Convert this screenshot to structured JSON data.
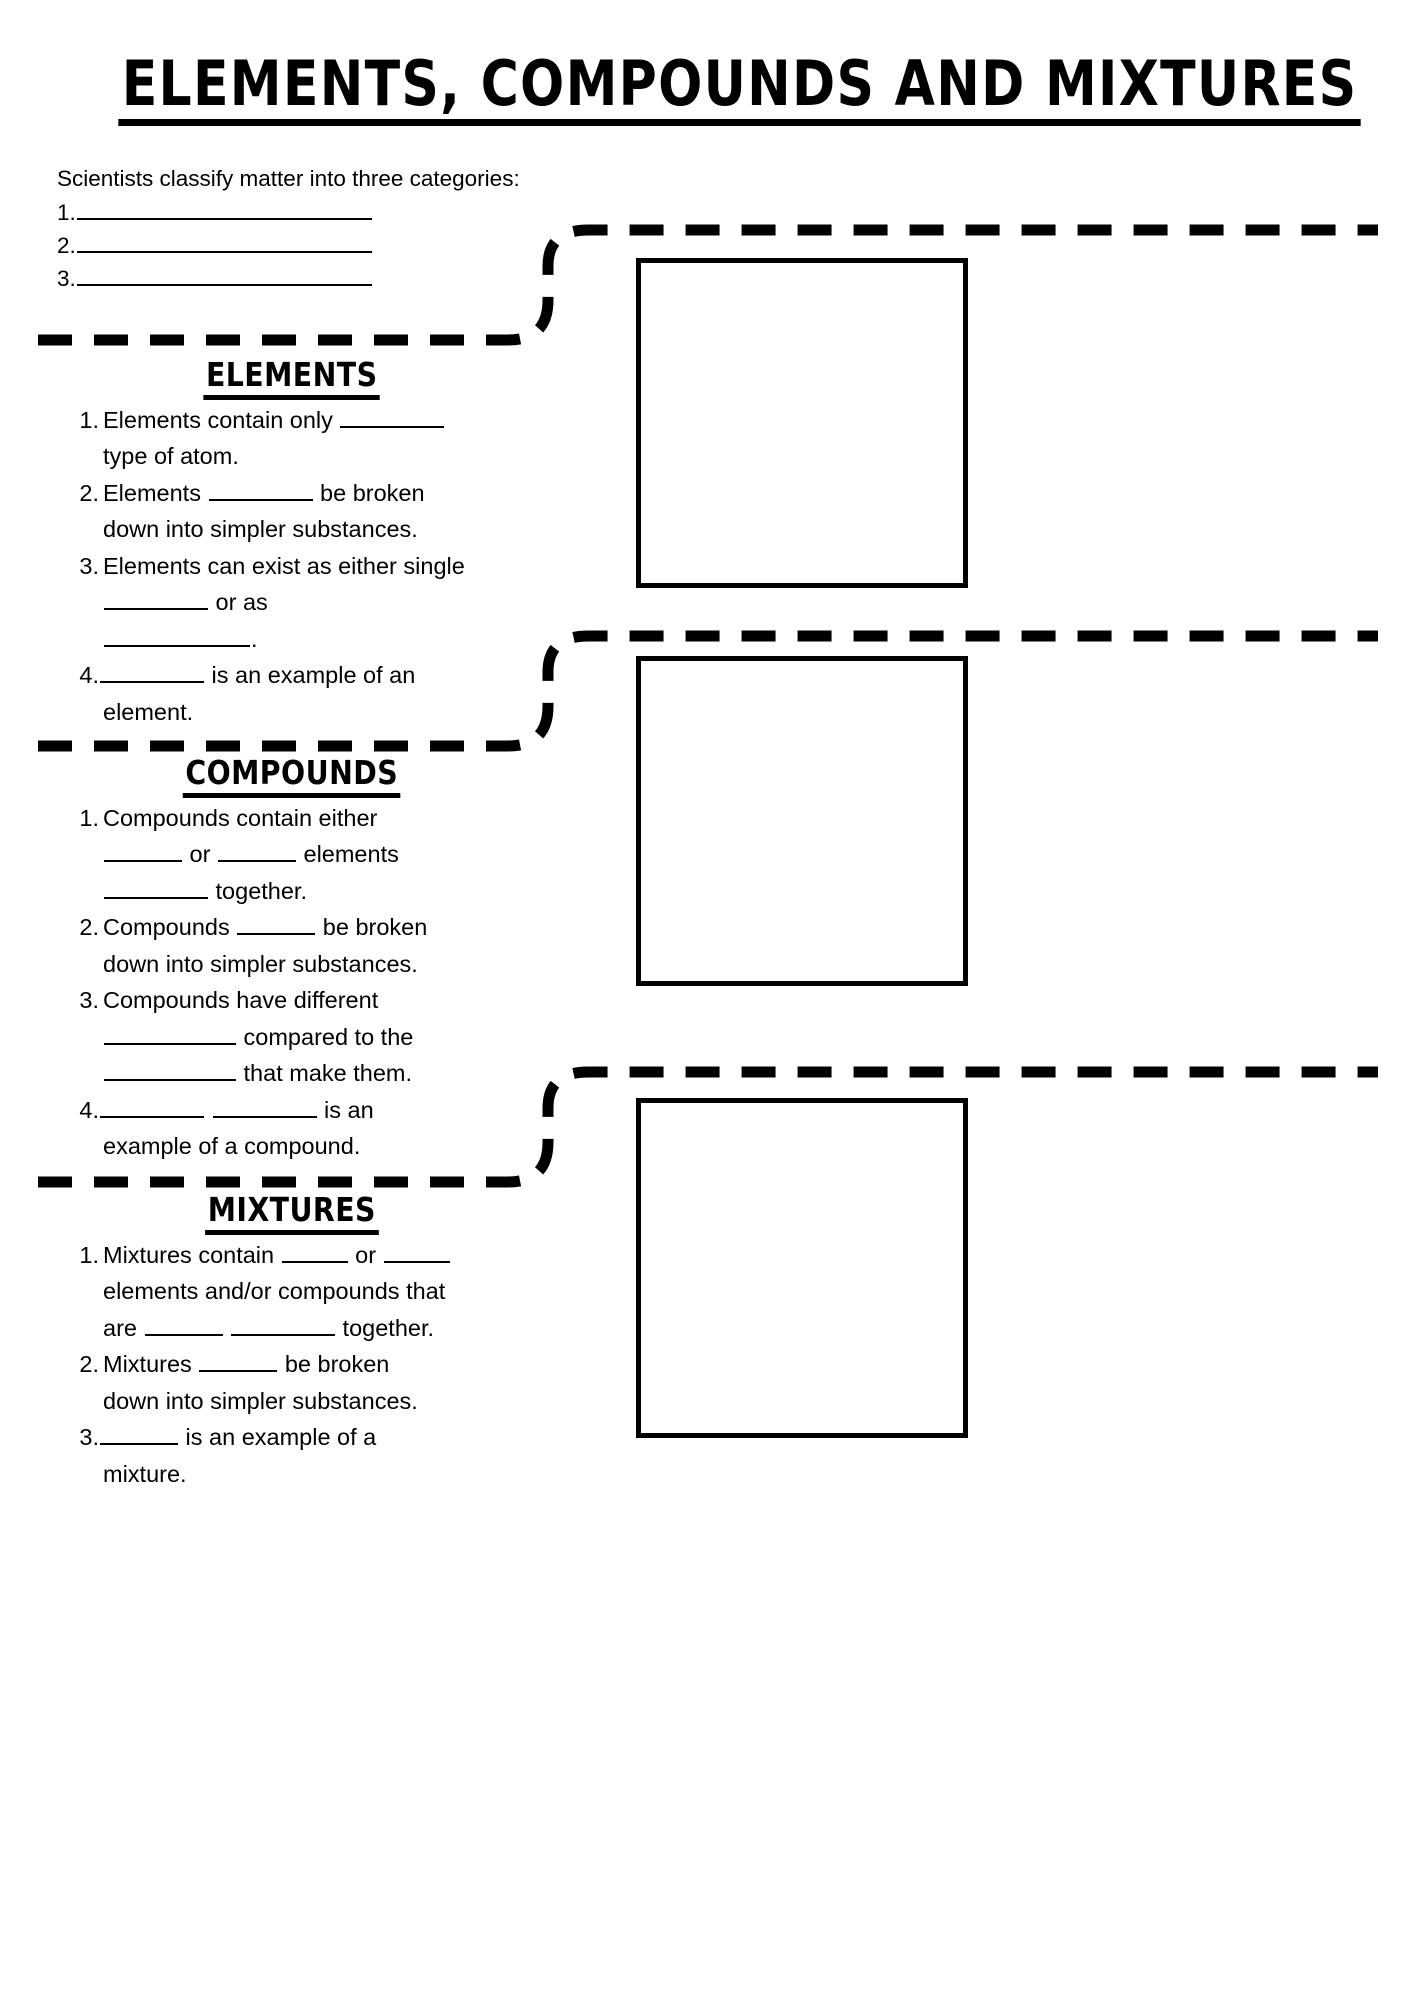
{
  "document": {
    "title": "ELEMENTS, COMPOUNDS AND MIXTURES",
    "type": "worksheet"
  },
  "intro": {
    "lead": "Scientists classify matter into three categories:",
    "items": [
      {
        "num": "1.",
        "blank": true
      },
      {
        "num": "2.",
        "blank": true
      },
      {
        "num": "3.",
        "blank": true
      }
    ]
  },
  "sections": [
    {
      "id": "elements",
      "heading": "ELEMENTS",
      "items": [
        {
          "num": "1.",
          "lines": [
            {
              "parts": [
                {
                  "t": "text",
                  "v": "Elements contain only "
                },
                {
                  "t": "blank",
                  "w": "w9"
                }
              ]
            },
            {
              "parts": [
                {
                  "t": "text",
                  "v": "type of atom."
                }
              ]
            }
          ]
        },
        {
          "num": "2.",
          "lines": [
            {
              "parts": [
                {
                  "t": "text",
                  "v": "Elements "
                },
                {
                  "t": "blank",
                  "w": "w9"
                },
                {
                  "t": "text",
                  "v": " be broken"
                }
              ]
            },
            {
              "parts": [
                {
                  "t": "text",
                  "v": "down into simpler substances."
                }
              ]
            }
          ]
        },
        {
          "num": "3.",
          "lines": [
            {
              "parts": [
                {
                  "t": "text",
                  "v": "Elements can exist as either single"
                }
              ]
            },
            {
              "parts": [
                {
                  "t": "blank",
                  "w": "w9"
                },
                {
                  "t": "text",
                  "v": " or as"
                }
              ]
            },
            {
              "parts": [
                {
                  "t": "blank",
                  "w": "w12"
                },
                {
                  "t": "text",
                  "v": "."
                }
              ]
            }
          ]
        },
        {
          "num": "4.",
          "leadBlank": true,
          "lines": [
            {
              "parts": [
                {
                  "t": "blank",
                  "w": "w9"
                },
                {
                  "t": "text",
                  "v": " is an example of an"
                }
              ]
            },
            {
              "parts": [
                {
                  "t": "text",
                  "v": "element."
                }
              ]
            }
          ]
        }
      ]
    },
    {
      "id": "compounds",
      "heading": "COMPOUNDS",
      "items": [
        {
          "num": "1.",
          "lines": [
            {
              "parts": [
                {
                  "t": "text",
                  "v": "Compounds contain either"
                }
              ]
            },
            {
              "parts": [
                {
                  "t": "blank",
                  "w": "w7"
                },
                {
                  "t": "text",
                  "v": " or "
                },
                {
                  "t": "blank",
                  "w": "w7"
                },
                {
                  "t": "text",
                  "v": " elements"
                }
              ]
            },
            {
              "parts": [
                {
                  "t": "blank",
                  "w": "w9"
                },
                {
                  "t": "text",
                  "v": " together."
                }
              ]
            }
          ]
        },
        {
          "num": "2.",
          "lines": [
            {
              "parts": [
                {
                  "t": "text",
                  "v": "Compounds "
                },
                {
                  "t": "blank",
                  "w": "w7"
                },
                {
                  "t": "text",
                  "v": " be broken"
                }
              ]
            },
            {
              "parts": [
                {
                  "t": "text",
                  "v": "down into simpler substances."
                }
              ]
            }
          ]
        },
        {
          "num": "3.",
          "lines": [
            {
              "parts": [
                {
                  "t": "text",
                  "v": "Compounds have different"
                }
              ]
            },
            {
              "parts": [
                {
                  "t": "blank",
                  "w": "w11"
                },
                {
                  "t": "text",
                  "v": " compared to the"
                }
              ]
            },
            {
              "parts": [
                {
                  "t": "blank",
                  "w": "w11"
                },
                {
                  "t": "text",
                  "v": " that make them."
                }
              ]
            }
          ]
        },
        {
          "num": "4.",
          "leadBlank": true,
          "lines": [
            {
              "parts": [
                {
                  "t": "blank",
                  "w": "w9"
                },
                {
                  "t": "text",
                  "v": " "
                },
                {
                  "t": "blank",
                  "w": "w9"
                },
                {
                  "t": "text",
                  "v": " is an"
                }
              ]
            },
            {
              "parts": [
                {
                  "t": "text",
                  "v": "example of a compound."
                }
              ]
            }
          ]
        }
      ]
    },
    {
      "id": "mixtures",
      "heading": "MIXTURES",
      "items": [
        {
          "num": "1.",
          "lines": [
            {
              "parts": [
                {
                  "t": "text",
                  "v": "Mixtures contain "
                },
                {
                  "t": "blank",
                  "w": "w6"
                },
                {
                  "t": "text",
                  "v": " or "
                },
                {
                  "t": "blank",
                  "w": "w6"
                }
              ]
            },
            {
              "parts": [
                {
                  "t": "text",
                  "v": "elements and/or compounds that"
                }
              ]
            },
            {
              "parts": [
                {
                  "t": "text",
                  "v": "are "
                },
                {
                  "t": "blank",
                  "w": "w7"
                },
                {
                  "t": "text",
                  "v": " "
                },
                {
                  "t": "blank",
                  "w": "w9"
                },
                {
                  "t": "text",
                  "v": " together."
                }
              ]
            }
          ]
        },
        {
          "num": "2.",
          "lines": [
            {
              "parts": [
                {
                  "t": "text",
                  "v": "Mixtures "
                },
                {
                  "t": "blank",
                  "w": "w7"
                },
                {
                  "t": "text",
                  "v": " be broken"
                }
              ]
            },
            {
              "parts": [
                {
                  "t": "text",
                  "v": "down into simpler substances."
                }
              ]
            }
          ]
        },
        {
          "num": "3.",
          "leadBlank": true,
          "lines": [
            {
              "parts": [
                {
                  "t": "blank",
                  "w": "w7"
                },
                {
                  "t": "text",
                  "v": " is an example of a"
                }
              ]
            },
            {
              "parts": [
                {
                  "t": "text",
                  "v": "mixture."
                }
              ]
            }
          ]
        }
      ]
    }
  ],
  "answer_boxes": [
    {
      "id": "box-elements",
      "label": "elements-answer-box"
    },
    {
      "id": "box-compounds",
      "label": "compounds-answer-box"
    },
    {
      "id": "box-mixtures",
      "label": "mixtures-answer-box"
    }
  ],
  "style": {
    "ink": "#000000",
    "paper": "#ffffff"
  }
}
